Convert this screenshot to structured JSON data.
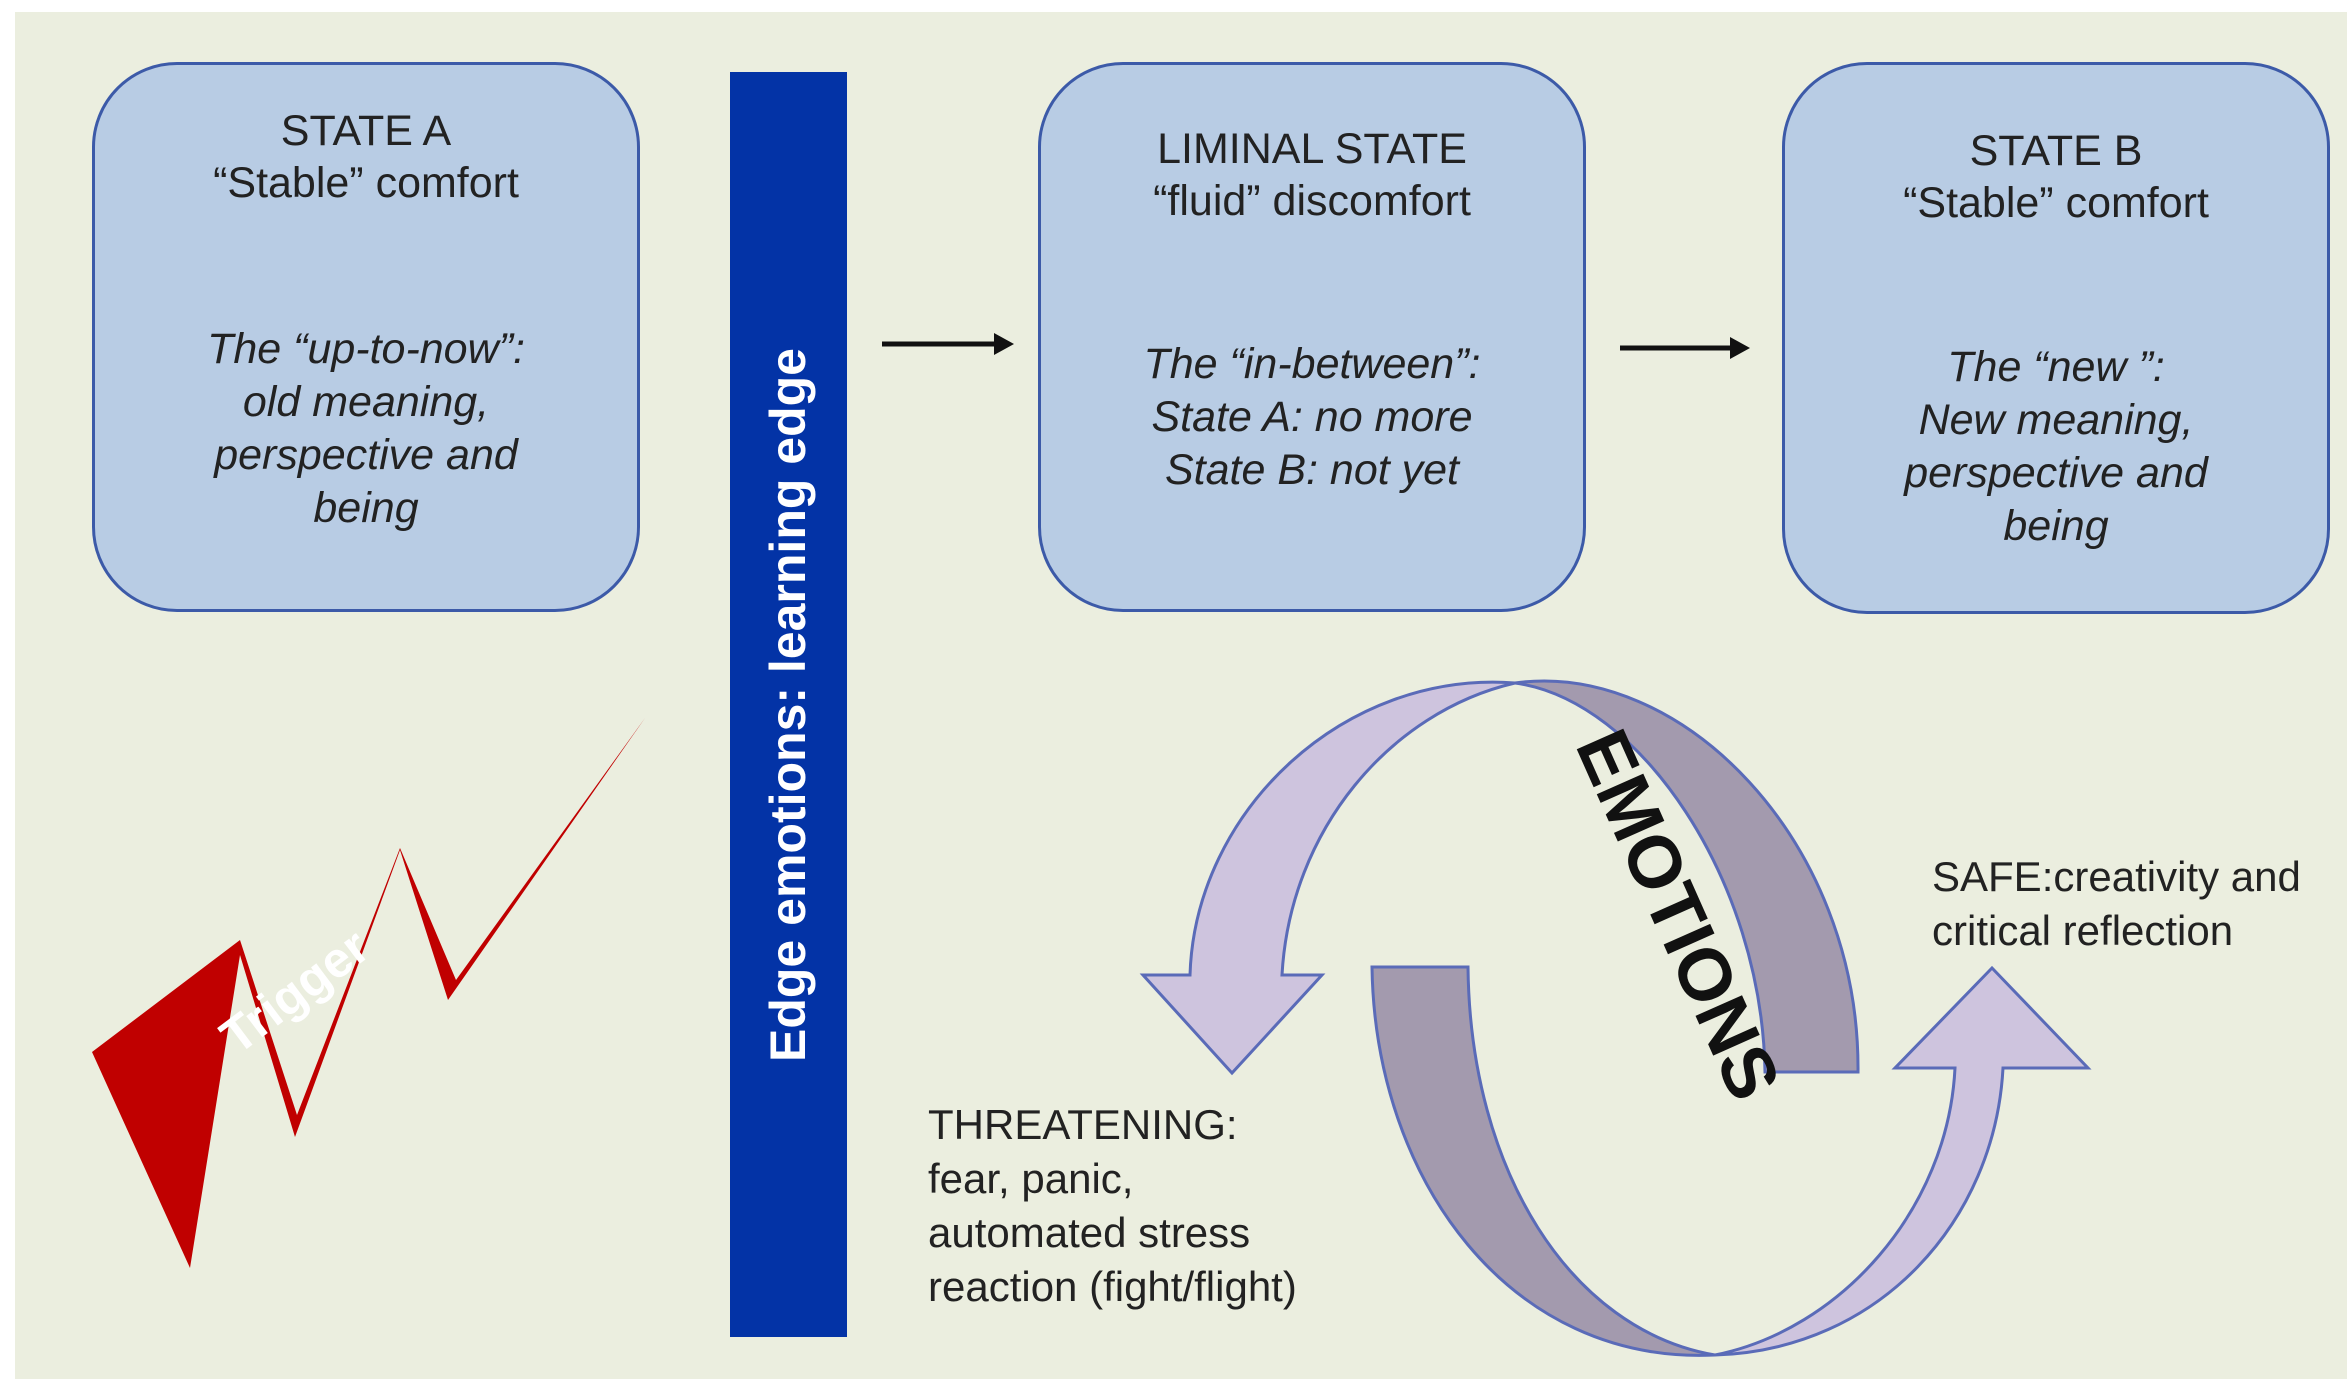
{
  "state_a": {
    "title": "STATE A",
    "subtitle": "“Stable” comfort",
    "lines": [
      "The “up-to-now”:",
      "old meaning,",
      "perspective and",
      "being"
    ]
  },
  "liminal": {
    "title": "LIMINAL STATE",
    "subtitle": "“fluid” discomfort",
    "lines": [
      "The “in-between”:",
      "State A: no more",
      "State B: not yet"
    ]
  },
  "state_b": {
    "title": "STATE B",
    "subtitle": "“Stable” comfort",
    "lines": [
      "The “new ”:",
      "New meaning,",
      "perspective and",
      "being"
    ]
  },
  "edge_label": "Edge emotions: learning edge",
  "trigger_label": "Trigger",
  "emotions_label": "EMOTIONS",
  "threatening": [
    "THREATENING:",
    "fear, panic,",
    "automated stress",
    "reaction (fight/flight)"
  ],
  "safe": [
    "SAFE:creativity and",
    "critical reflection"
  ],
  "colors": {
    "background": "#ebeedf",
    "box_fill": "#b8cce4",
    "box_border": "#3c5aa8",
    "edge_bar": "#0333a6",
    "trigger": "#c00000",
    "arrow_light": "#cec4de",
    "arrow_dark": "#a39aae",
    "arrow_outline": "#5a6bb8"
  }
}
